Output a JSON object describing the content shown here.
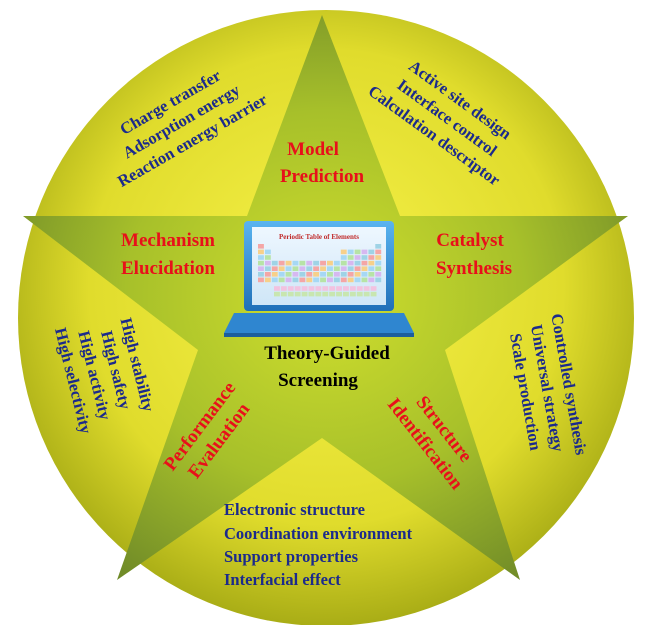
{
  "center": {
    "laptop_screen_title": "Periodic Table of Elements",
    "label_line1": "Theory-Guided",
    "label_line2": "Screening"
  },
  "points": {
    "model": {
      "line1": "Model",
      "line2": "Prediction"
    },
    "catalyst": {
      "line1": "Catalyst",
      "line2": "Synthesis"
    },
    "structure": {
      "line1": "Structure",
      "line2": "Identification"
    },
    "performance": {
      "line1": "Performance",
      "line2": "Evaluation"
    },
    "mechanism": {
      "line1": "Mechanism",
      "line2": "Elucidation"
    }
  },
  "sectors": {
    "top_left": [
      "Charge transfer",
      "Adsorption energy",
      "Reaction energy barrier"
    ],
    "top_right": [
      "Active site design",
      "Interface control",
      "Calculation descriptor"
    ],
    "right": [
      "Controlled synthesis",
      "Universal strategy",
      "Scale production"
    ],
    "bottom": [
      "Electronic structure",
      "Coordination environment",
      "Support properties",
      "Interfacial effect"
    ],
    "left": [
      "High stability",
      "High safety",
      "High activity",
      "High selectivity"
    ]
  },
  "colors": {
    "circle_light": "#f2ee3c",
    "circle_dark": "#a9ad16",
    "star_light": "#c3d52a",
    "star_dark": "#6f8a28",
    "red_text": "#e8101a",
    "blue_text": "#1b2a8c"
  }
}
